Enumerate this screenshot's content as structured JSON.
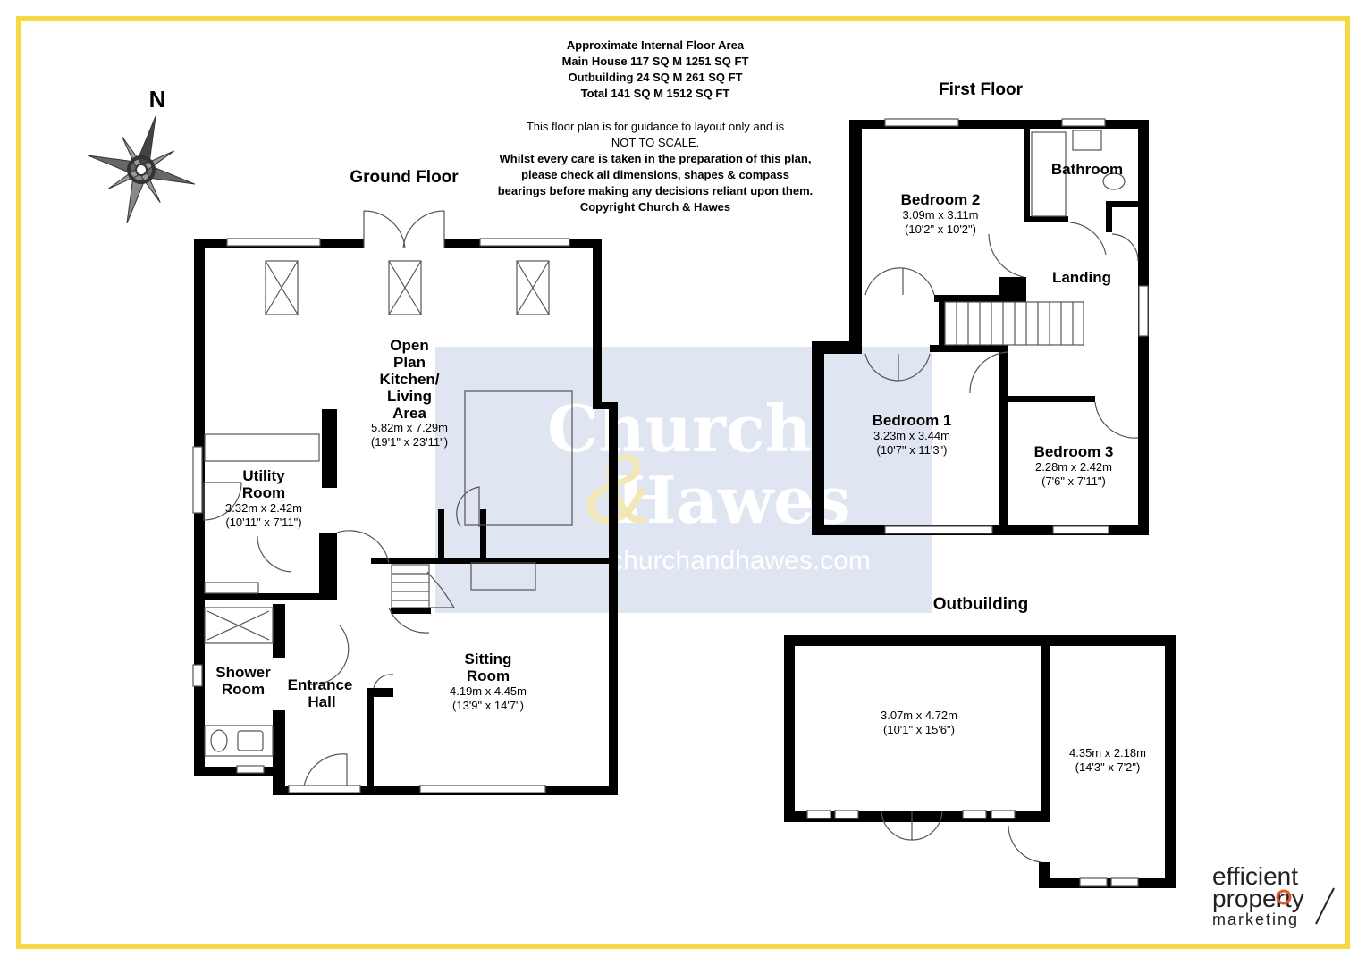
{
  "header": {
    "area_lines": [
      "Approximate Internal Floor Area",
      "Main House 117 SQ M 1251 SQ FT",
      "Outbuilding 24 SQ M 261 SQ FT",
      "Total 141 SQ M 1512 SQ FT"
    ],
    "disclaimer_lines": [
      "This floor plan is for guidance to layout only and is",
      "NOT TO SCALE.",
      "Whilst every care is taken in the preparation of this plan,",
      "please check all dimensions, shapes & compass",
      "bearings before making any decisions reliant upon them.",
      "Copyright Church & Hawes"
    ]
  },
  "compass": {
    "label": "N"
  },
  "floors": {
    "ground": "Ground Floor",
    "first": "First Floor",
    "outbuilding": "Outbuilding"
  },
  "ground_rooms": {
    "kitchen": {
      "name": [
        "Open",
        "Plan",
        "Kitchen/",
        "Living",
        "Area"
      ],
      "metric": "5.82m x 7.29m",
      "imperial": "(19'1\" x 23'11\")"
    },
    "utility": {
      "name": [
        "Utility",
        "Room"
      ],
      "metric": "3.32m x 2.42m",
      "imperial": "(10'11\" x 7'11\")"
    },
    "shower": {
      "name": [
        "Shower",
        "Room"
      ]
    },
    "entrance": {
      "name": [
        "Entrance",
        "Hall"
      ]
    },
    "sitting": {
      "name": [
        "Sitting",
        "Room"
      ],
      "metric": "4.19m x 4.45m",
      "imperial": "(13'9\" x 14'7\")"
    }
  },
  "first_rooms": {
    "bedroom2": {
      "name": "Bedroom 2",
      "metric": "3.09m x 3.11m",
      "imperial": "(10'2\" x 10'2\")"
    },
    "bathroom": {
      "name": "Bathroom"
    },
    "landing": {
      "name": "Landing"
    },
    "bedroom1": {
      "name": "Bedroom 1",
      "metric": "3.23m x 3.44m",
      "imperial": "(10'7\" x 11'3\")"
    },
    "bedroom3": {
      "name": "Bedroom 3",
      "metric": "2.28m x 2.42m",
      "imperial": "(7'6\" x 7'11\")"
    }
  },
  "outbuilding_rooms": {
    "main": {
      "metric": "3.07m x 4.72m",
      "imperial": "(10'1\" x 15'6\")"
    },
    "side": {
      "metric": "4.35m x 2.18m",
      "imperial": "(14'3\" x 7'2\")"
    }
  },
  "watermark": {
    "line1": "Church",
    "line2": "Hawes",
    "url": "churchandhawes.com"
  },
  "logo": {
    "line1": "efficient",
    "line2": "property",
    "line3": "marketing"
  },
  "colors": {
    "wall": "#000000",
    "border": "#f5d842",
    "watermark_bg": "#dfe5f1"
  }
}
